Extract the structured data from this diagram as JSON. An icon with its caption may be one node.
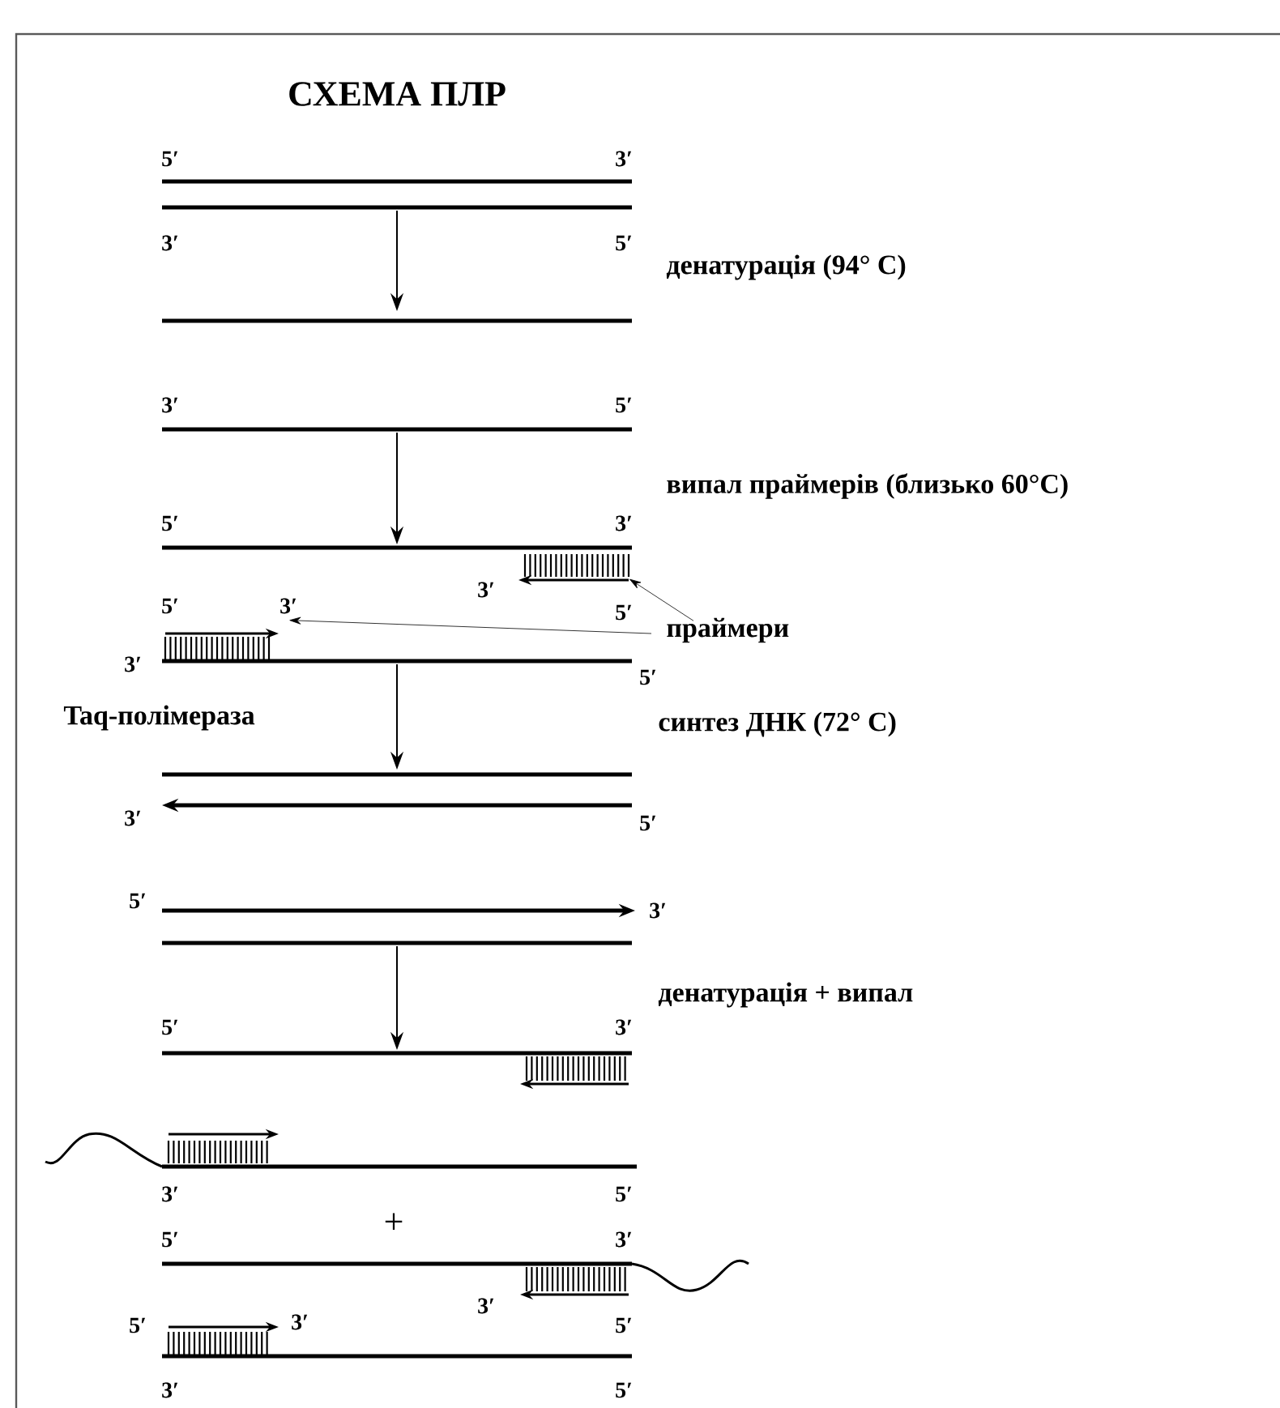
{
  "diagram": {
    "title": "СХЕМА ПЛР",
    "nodes": [
      {
        "text": [],
        "shape": "bar"
      },
      {
        "text": [
          "праймери"
        ]
      },
      {
        "text": [],
        "shape": "bar"
      }
    ],
    "edges": [
      {
        "from": 1,
        "to": 0,
        "arrow": "to"
      },
      {
        "from": 1,
        "to": 2,
        "arrow": "to"
      }
    ],
    "labels": [
      "5′",
      "3′",
      "3′",
      "5′",
      "денатурація (94° C)",
      "3′",
      "5′",
      "випал праймерів (близько 60°C)",
      "5′",
      "3′",
      "3′",
      "5′",
      "5′",
      "3′",
      "3′",
      "5′",
      "Taq-полімераза",
      "синтез ДНК (72° C)",
      "3′",
      "5′",
      "5′",
      "3′",
      "денатурація + випал",
      "5′",
      "3′",
      "3′",
      "5′",
      "+",
      "5′",
      "3′",
      "3′",
      "5′",
      "3′",
      "5′",
      "3′",
      "5′"
    ]
  }
}
